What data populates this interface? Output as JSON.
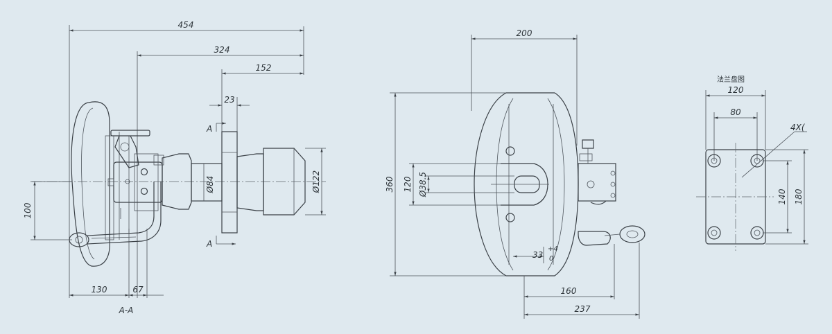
{
  "drawing": {
    "left_view": {
      "dims": {
        "overall_length": "454",
        "length_324": "324",
        "length_152": "152",
        "flange_thickness": "23",
        "diameter_84": "Ø84",
        "diameter_122": "Ø122",
        "height_100": "100",
        "bottom_130": "130",
        "bottom_67": "67"
      },
      "section_marks": {
        "upper": "A",
        "lower": "A",
        "section_title": "A-A"
      }
    },
    "middle_view": {
      "dims": {
        "top_200": "200",
        "height_360": "360",
        "height_120": "120",
        "diameter_38_5": "Ø38.5",
        "offset_33": "33",
        "tolerance_upper": "+4",
        "tolerance_lower": "0",
        "bottom_160": "160",
        "bottom_237": "237"
      }
    },
    "right_view": {
      "title": "法兰盘图",
      "dims": {
        "width_120": "120",
        "width_80": "80",
        "holes_note": "4X(",
        "height_140": "140",
        "height_180": "180"
      }
    }
  }
}
